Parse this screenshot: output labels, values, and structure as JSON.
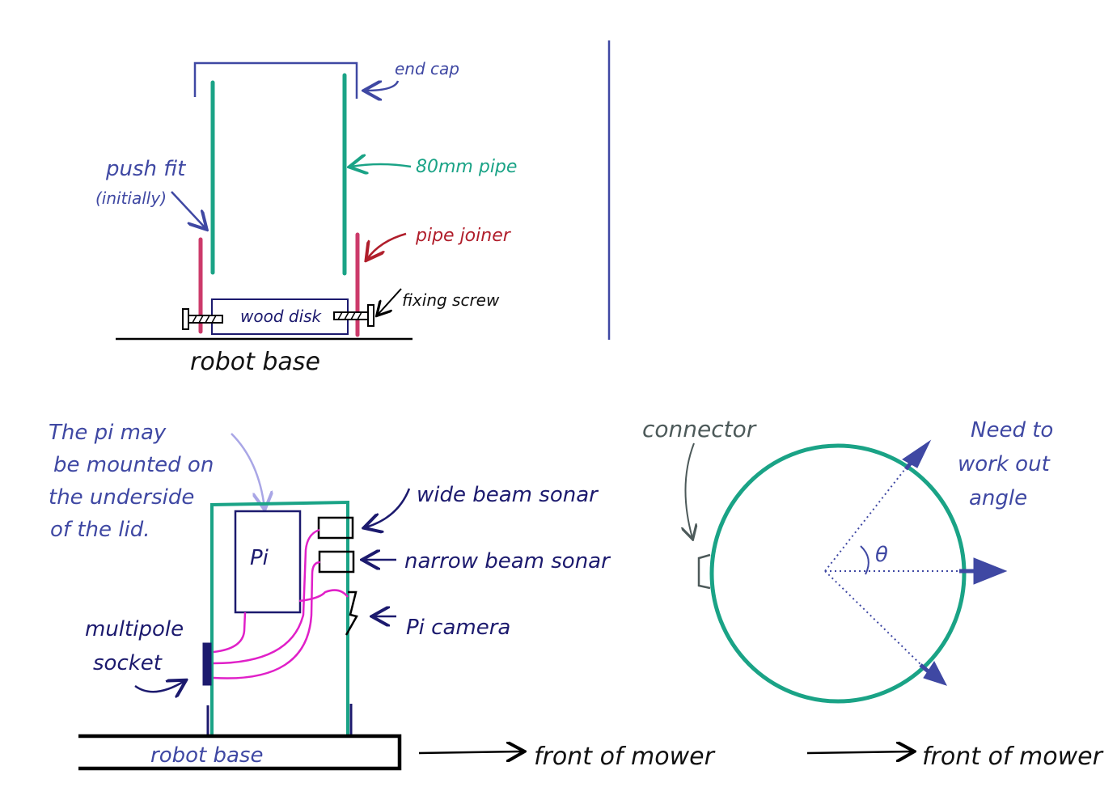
{
  "colors": {
    "pipe": "#1aa386",
    "joiner": "#cc3a6a",
    "end_cap": "#3f48a3",
    "label_blue": "#3f48a3",
    "label_navy": "#1c1a6e",
    "label_red": "#b01e2b",
    "wire": "#e020c8",
    "connector_gray": "#4d5a5a",
    "note_arrow": "#a9a6e6"
  },
  "side_view": {
    "end_cap_label": "end cap",
    "pipe_label": "80mm pipe",
    "push_fit_label_line1": "push fit",
    "push_fit_label_line2": "(initially)",
    "pipe_joiner_label": "pipe joiner",
    "fixing_screw_label": "fixing screw",
    "wood_disk_label": "wood disk",
    "robot_base_label": "robot base"
  },
  "internal_view": {
    "note_lines": [
      "The pi may",
      "be mounted on",
      "the underside",
      "of the lid."
    ],
    "pi_label": "Pi",
    "wide_sonar_label": "wide beam sonar",
    "narrow_sonar_label": "narrow beam sonar",
    "camera_label": "Pi camera",
    "multipole_label_line1": "multipole",
    "multipole_label_line2": "socket",
    "robot_base_label": "robot base",
    "front_label": "front of mower"
  },
  "top_view": {
    "connector_label": "connector",
    "note_lines": [
      "Need to",
      "work out",
      "angle"
    ],
    "angle_symbol": "θ",
    "front_label": "front of mower"
  }
}
